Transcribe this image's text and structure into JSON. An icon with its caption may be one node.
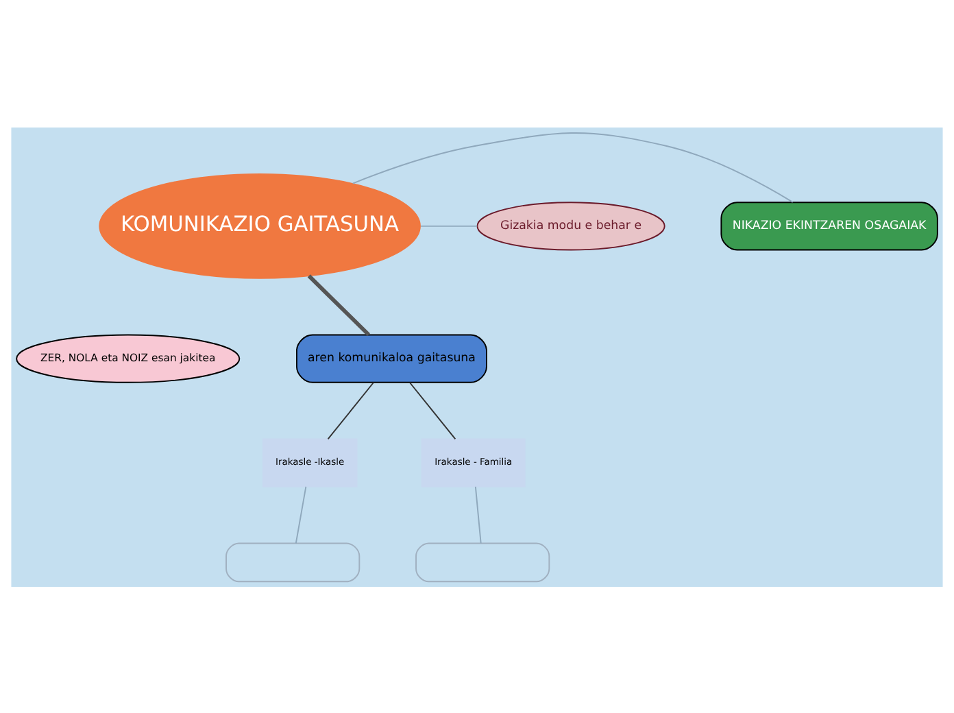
{
  "diagram": {
    "nodes": [
      {
        "text": [
          "KOMUNIKAZIO GAITASUNA"
        ]
      },
      {
        "text": [
          "NIKAZIO EKINTZAREN OSAGAIAK"
        ]
      },
      {
        "text": [
          "Gizakia modu e behar e"
        ]
      },
      {
        "text": [
          "ZER, NOLA eta NOIZ esan jakitea"
        ]
      },
      {
        "text": [
          "aren komunikaloa gaitasuna"
        ]
      },
      {
        "text": [
          "Irakasle -Ikasle"
        ]
      },
      {
        "text": [
          "Irakasle - Familia"
        ]
      },
      {
        "text": [],
        "shape": "box"
      },
      {
        "text": [],
        "shape": "box"
      }
    ],
    "edges": [
      {
        "from": 0,
        "to": 1,
        "arrow": "none"
      },
      {
        "from": 0,
        "to": 2,
        "arrow": "none"
      },
      {
        "from": 0,
        "to": 4,
        "arrow": "none",
        "style": "thick",
        "color": "#555555"
      },
      {
        "from": 4,
        "to": 5,
        "arrow": "none",
        "color": "#333333"
      },
      {
        "from": 4,
        "to": 6,
        "arrow": "none",
        "color": "#333333"
      },
      {
        "from": 5,
        "to": 7,
        "arrow": "none"
      },
      {
        "from": 6,
        "to": 8,
        "arrow": "none"
      }
    ]
  }
}
